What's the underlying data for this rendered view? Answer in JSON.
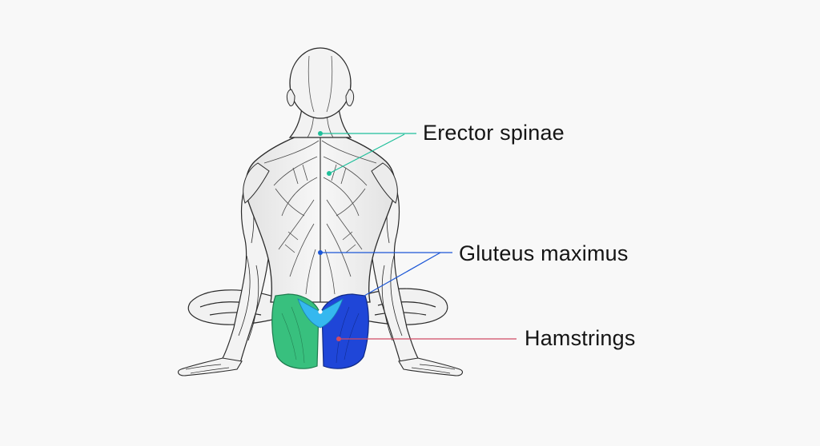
{
  "labels": {
    "erector_spinae": "Erector spinae",
    "gluteus_maximus": "Gluteus maximus",
    "hamstrings": "Hamstrings"
  },
  "colors": {
    "erector_spinae": "#1fbf9a",
    "gluteus_maximus": "#1b56d6",
    "hamstrings": "#d04a63",
    "green_muscle": "#38c07e",
    "blue_muscle": "#1f46d8",
    "cyan_muscle": "#35b8ef",
    "outline": "#2a2a2a",
    "fill": "#f4f4f4"
  }
}
